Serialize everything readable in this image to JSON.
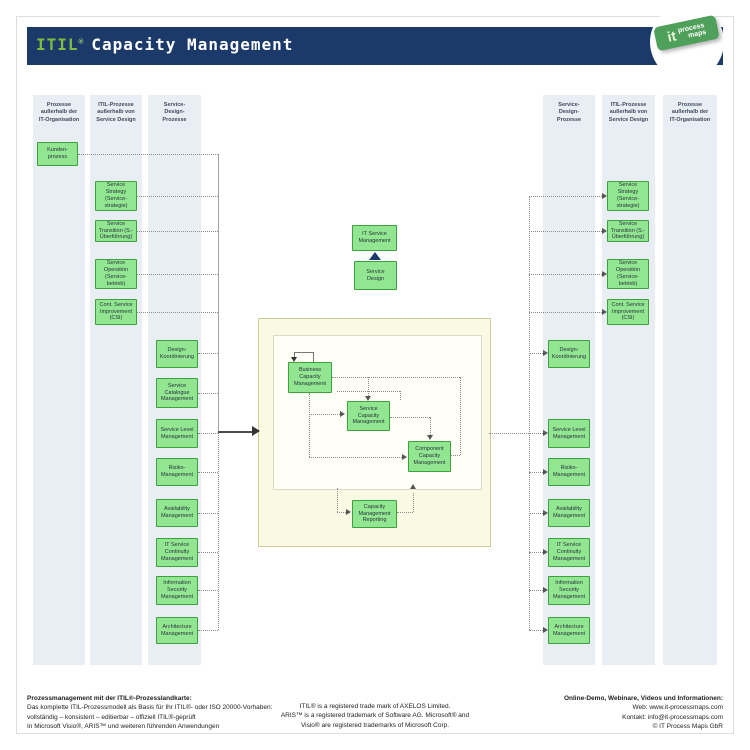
{
  "header": {
    "brand": "ITIL",
    "reg": "®",
    "title": "Capacity Management"
  },
  "logo": {
    "it": "it",
    "process": "process",
    "maps": "maps"
  },
  "colors": {
    "header_navy": "#1b3a69",
    "itil_green": "#7cbe3e",
    "box_green_fill": "#92e692",
    "box_green_border": "#3ca23c",
    "column_bg": "#e9edf4",
    "yellow_area": "#fafae4",
    "logo_badge_green": "#4fa05a"
  },
  "columns": {
    "left": [
      {
        "label": "Prozesse\naußerhalb der\nIT-Organisation"
      },
      {
        "label": "ITIL-Prozesse\naußerhalb von\nService Design"
      },
      {
        "label": "Service-\nDesign-\nProzesse"
      }
    ],
    "right": [
      {
        "label": "Service-\nDesign-\nProzesse"
      },
      {
        "label": "ITIL-Prozesse\naußerhalb von\nService Design"
      },
      {
        "label": "Prozesse\naußerhalb der\nIT-Organisation"
      }
    ]
  },
  "boxes": {
    "kundenprozess": "Kunden-\nprozess",
    "service_strategy": "Service\nStrategy\n(Service-\nstrategie)",
    "service_transition": "Service\nTransition (S.-\nÜberführung)",
    "service_operation": "Service\nOperation\n(Service-\nbetrieb)",
    "csi": "Cont. Service\nImprovement\n(CSI)",
    "design_koordinierung": "Design-\nKoordinierung",
    "service_catalogue": "Service\nCatalogue\nManagement",
    "service_level": "Service Level\nManagement",
    "risiko": "Risiko-\nManagement",
    "availability": "Availability\nManagement",
    "itscm": "IT Service\nContinuity\nManagement",
    "infosec": "Information\nSecurity\nManagement",
    "architecture": "Architecture\nManagement",
    "itsm": "IT Service\nManagement",
    "service_design": "Service\nDesign",
    "bcm": "Business\nCapacity\nManagement",
    "scm": "Service\nCapacity\nManagement",
    "ccm": "Component\nCapacity\nManagement",
    "cmr": "Capacity\nManagement\nReporting"
  },
  "footer": {
    "left": {
      "title": "Prozessmanagement  mit der ITIL®-Prozesslandkarte:",
      "line1": "Das komplette  ITIL-Prozessmodell als Basis für Ihr ITIL®- oder ISO 20000-Vorhaben:",
      "line2": "vollständig – konsistent – editierbar – offiziell ITIL®-geprüft",
      "line3": "In Microsoft Visio®, ARIS™ und weiteren führenden Anwendungen"
    },
    "center": {
      "line1": "ITIL® is a registered trade mark of AXELOS Limited.",
      "line2": "ARIS™ is a  registered trademark of Software AG. Microsoft® and",
      "line3": "Visio® are registered trademarks of Microsoft Corp."
    },
    "right": {
      "title": "Online-Demo,  Webinare,  Videos und Informationen:",
      "web": "Web: www.it-processmaps.com",
      "contact": "Kontakt: info@it-processmaps.com",
      "copyright": "© IT Process Maps GbR"
    }
  }
}
